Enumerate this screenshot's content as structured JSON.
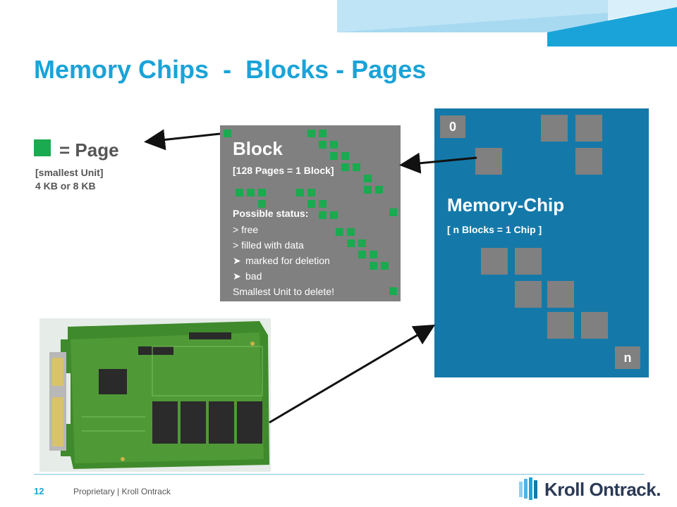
{
  "slide": {
    "title_part1": "Memory Chips",
    "title_sep1": "-",
    "title_part2": "Blocks",
    "title_sep2": "-",
    "title_part3": "Pages"
  },
  "page_legend": {
    "label": "= Page",
    "line1": "[smallest Unit]",
    "line2": "4 KB or 8 KB"
  },
  "block": {
    "title": "Block",
    "subtitle": "[128 Pages = 1 Block]",
    "status_title": "Possible status:",
    "status_items": [
      "> free",
      "> filled with data",
      "marked for deletion",
      "bad",
      "Smallest Unit to delete!"
    ]
  },
  "chip": {
    "first_label": "0",
    "last_label": "n",
    "title": "Memory-Chip",
    "subtitle": "[ n Blocks = 1 Chip ]"
  },
  "footer": {
    "page_number": "12",
    "text": "Proprietary | Kroll Ontrack",
    "logo": "Kroll Ontrack."
  },
  "colors": {
    "title": "#1aa3d8",
    "page_green": "#1aaa4f",
    "block_gray": "#808080",
    "chip_blue": "#1479a9",
    "banner_light": "#bfe4f6",
    "banner_dark": "#1aa3d8"
  },
  "icons": [
    "arrow-left-icon",
    "arrow-up-right-icon",
    "check-arrow-bullet-icon",
    "kroll-logo-icon"
  ]
}
